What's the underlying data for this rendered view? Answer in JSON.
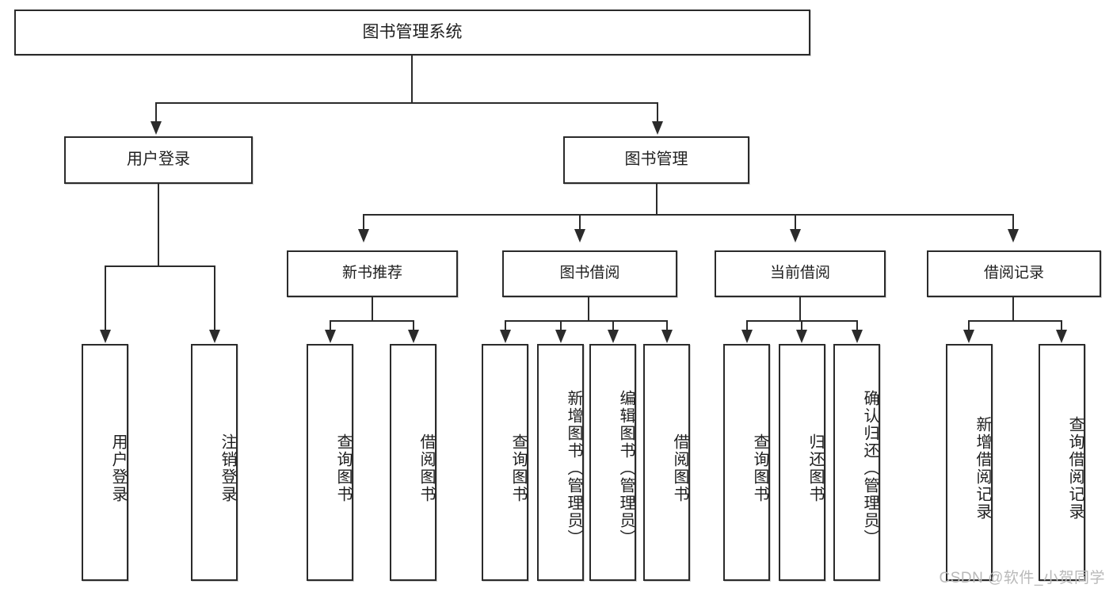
{
  "diagram": {
    "title": "图书管理系统",
    "watermark": "CSDN @软件_小贺同学",
    "root": {
      "label": "图书管理系统"
    },
    "level1": [
      {
        "label": "用户登录"
      },
      {
        "label": "图书管理"
      }
    ],
    "level2": [
      {
        "label": "新书推荐"
      },
      {
        "label": "图书借阅"
      },
      {
        "label": "当前借阅"
      },
      {
        "label": "借阅记录"
      }
    ],
    "leaves": {
      "user_login": [
        {
          "label": "用户登录"
        },
        {
          "label": "注销登录"
        }
      ],
      "new_book_recommend": [
        {
          "label": "查询图书"
        },
        {
          "label": "借阅图书"
        }
      ],
      "book_borrow": [
        {
          "label": "查询图书"
        },
        {
          "label": "新增图书（管理员）"
        },
        {
          "label": "编辑图书（管理员）"
        },
        {
          "label": "借阅图书"
        }
      ],
      "current_borrow": [
        {
          "label": "查询图书"
        },
        {
          "label": "归还图书"
        },
        {
          "label": "确认归还（管理员）"
        }
      ],
      "borrow_record": [
        {
          "label": "新增借阅记录"
        },
        {
          "label": "查询借阅记录"
        }
      ]
    }
  },
  "colors": {
    "border": "#2b2b2b",
    "text": "#1f1f1f",
    "background": "#ffffff",
    "watermark": "#b9b9b9"
  }
}
